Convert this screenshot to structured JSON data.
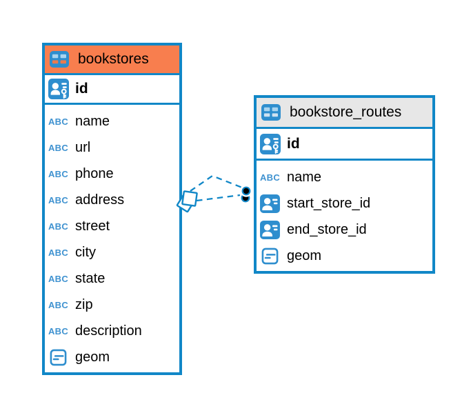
{
  "colors": {
    "accent": "#1187C7",
    "icon_blue": "#2E8ECE",
    "bookstores_header_bg": "#F87E4E",
    "routes_header_bg": "#E7E7E7",
    "canvas_bg": "#FFFFFF",
    "text": "#000000"
  },
  "type_icons": {
    "text_label": "ABC"
  },
  "tables": [
    {
      "name": "bookstores",
      "header_style": "orange",
      "primary_key": {
        "label": "id",
        "type": "primary-key"
      },
      "columns": [
        {
          "label": "name",
          "type": "text"
        },
        {
          "label": "url",
          "type": "text"
        },
        {
          "label": "phone",
          "type": "text"
        },
        {
          "label": "address",
          "type": "text"
        },
        {
          "label": "street",
          "type": "text"
        },
        {
          "label": "city",
          "type": "text"
        },
        {
          "label": "state",
          "type": "text"
        },
        {
          "label": "zip",
          "type": "text"
        },
        {
          "label": "description",
          "type": "text"
        },
        {
          "label": "geom",
          "type": "geometry"
        }
      ]
    },
    {
      "name": "bookstore_routes",
      "header_style": "gray",
      "primary_key": {
        "label": "id",
        "type": "primary-key"
      },
      "columns": [
        {
          "label": "name",
          "type": "text"
        },
        {
          "label": "start_store_id",
          "type": "foreign-key"
        },
        {
          "label": "end_store_id",
          "type": "foreign-key"
        },
        {
          "label": "geom",
          "type": "geometry"
        }
      ]
    }
  ],
  "relationships": {
    "count": 2,
    "style": "dashed",
    "between": [
      "bookstores",
      "bookstore_routes"
    ],
    "bookstores_end_marker": "overlapping-squares",
    "routes_end_marker": "stacked-filled-dots"
  }
}
